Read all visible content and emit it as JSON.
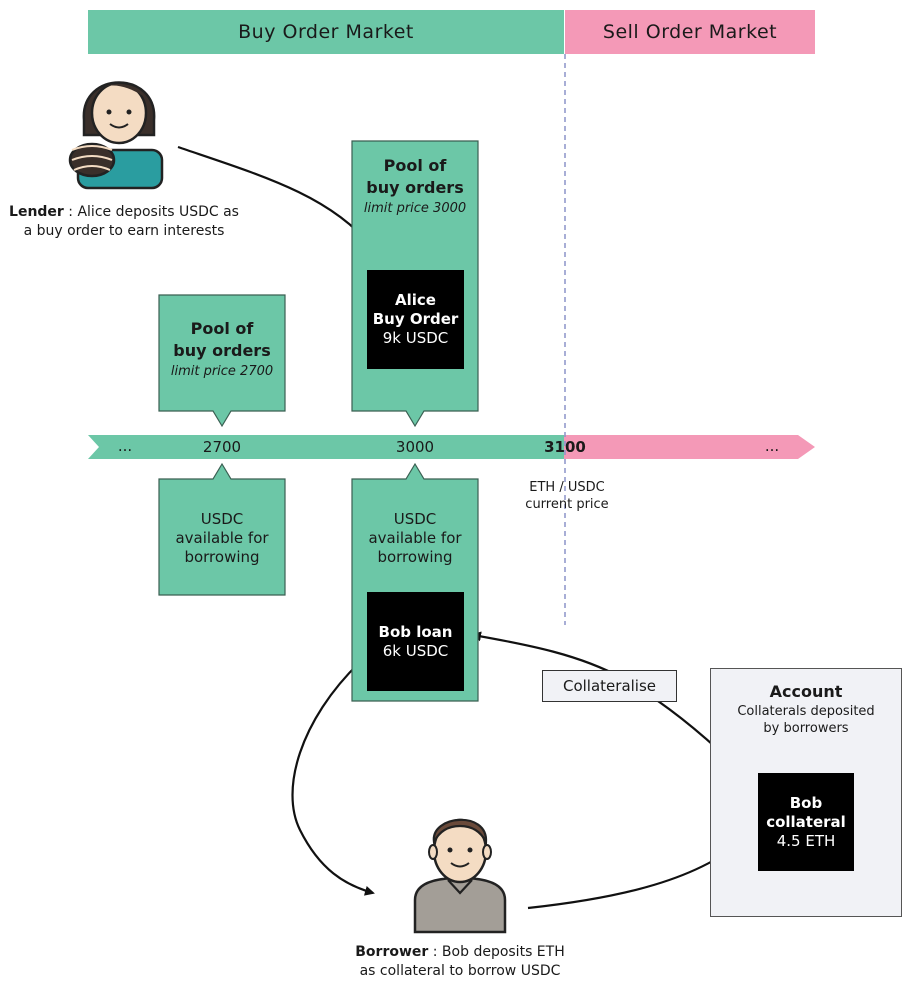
{
  "headers": {
    "buy_market": "Buy Order Market",
    "sell_market": "Sell Order Market"
  },
  "lender": {
    "role": "Lender",
    "caption_line1": ": Alice deposits USDC as",
    "caption_line2": "a buy order to earn interests"
  },
  "borrower": {
    "role": "Borrower",
    "caption_line1": ": Bob deposits ETH",
    "caption_line2": "as collateral to borrow USDC"
  },
  "pool_3000": {
    "title_line1": "Pool of",
    "title_line2": "buy orders",
    "limit": "limit price 3000",
    "order_line1": "Alice",
    "order_line2": "Buy Order",
    "order_line3": "9k USDC"
  },
  "pool_2700": {
    "title_line1": "Pool of",
    "title_line2": "buy orders",
    "limit": "limit price 2700"
  },
  "available_2700": {
    "line1": "USDC",
    "line2": "available for",
    "line3": "borrowing"
  },
  "available_3000": {
    "line1": "USDC",
    "line2": "available for",
    "line3": "borrowing",
    "loan_line1": "Bob loan",
    "loan_line2": "6k USDC"
  },
  "price_axis": {
    "ellipsis_left": "...",
    "tick_2700": "2700",
    "tick_3000": "3000",
    "tick_3100": "3100",
    "ellipsis_right": "...",
    "current_line1": "ETH / USDC",
    "current_line2": "current price"
  },
  "account": {
    "title": "Account",
    "sub_line1": "Collaterals deposited",
    "sub_line2": "by borrowers",
    "collateral_line1": "Bob",
    "collateral_line2": "collateral",
    "collateral_line3": "4.5 ETH"
  },
  "collateralise_label": "Collateralise",
  "colors": {
    "buy_green": "#6cc7a7",
    "sell_pink": "#f499b7",
    "dark": "#000000",
    "account_bg": "#f1f2f6",
    "divider": "#8b93c9"
  },
  "icons": {
    "lender": "woman-with-coins-icon",
    "borrower": "man-avatar-icon"
  }
}
